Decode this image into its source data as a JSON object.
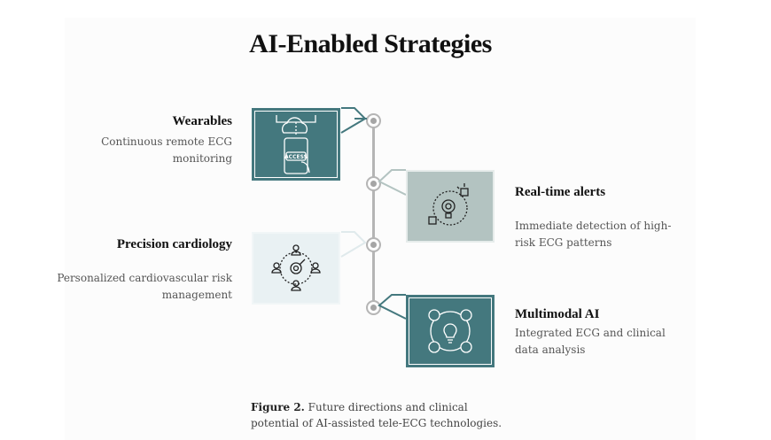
{
  "title": "AI-Enabled Strategies",
  "colors": {
    "teal": "#44787e",
    "gray": "#b3c3c1",
    "light": "#e9f1f3"
  },
  "items": [
    {
      "title": "Wearables",
      "desc": "Continuous remote ECG monitoring",
      "icon": "cloud-phone-access-icon",
      "icon_text": "ACCESS"
    },
    {
      "title": "Real-time alerts",
      "desc": "Immediate detection of high-risk ECG patterns",
      "icon": "lightbulb-gear-icon"
    },
    {
      "title": "Precision cardiology",
      "desc": "Personalized cardiovascular risk management",
      "icon": "target-people-icon"
    },
    {
      "title": "Multimodal AI",
      "desc": "Integrated ECG and clinical data analysis",
      "icon": "lightbulb-people-cycle-icon"
    }
  ],
  "caption": {
    "label": "Figure 2.",
    "text": " Future directions and clinical potential of AI-assisted tele-ECG technologies."
  }
}
